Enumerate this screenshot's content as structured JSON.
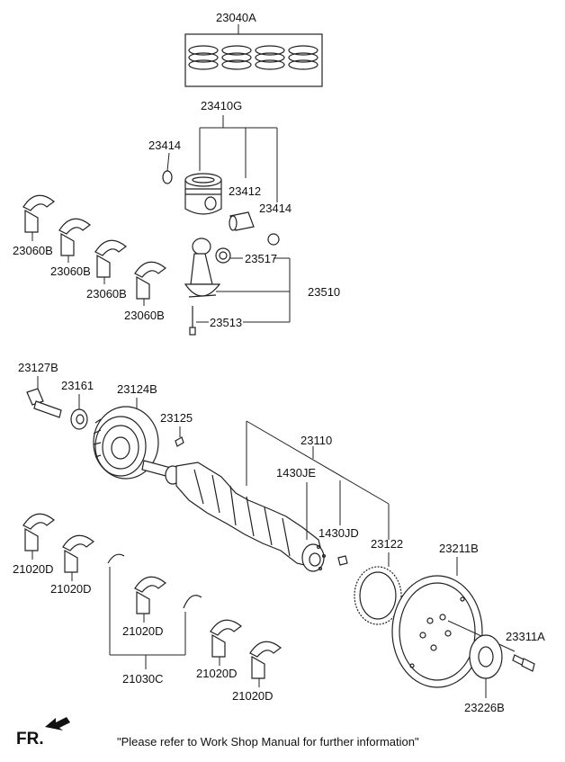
{
  "labels": {
    "piston_rings": "23040A",
    "piston_assy": "23410G",
    "snap_ring_left": "23414",
    "piston_pin": "23412",
    "snap_ring_right": "23414",
    "conrod_bushing": "23517",
    "conrod": "23510",
    "conrod_bolt": "23513",
    "conrod_bearing_1": "23060B",
    "conrod_bearing_2": "23060B",
    "conrod_bearing_3": "23060B",
    "conrod_bearing_4": "23060B",
    "pulley_bolt": "23127B",
    "washer": "23161",
    "damper_pulley": "23124B",
    "key": "23125",
    "crankshaft": "23110",
    "plug_je": "1430JE",
    "plug_jd": "1430JD",
    "ring_gear": "23122",
    "drive_plate": "23211B",
    "plate_bolt": "23311A",
    "adapter_plate": "23226B",
    "main_bearing_1": "21020D",
    "main_bearing_2": "21020D",
    "main_bearing_3": "21020D",
    "main_bearing_4": "21020D",
    "main_bearing_5": "21020D",
    "thrust_washer": "21030C"
  },
  "footer": {
    "direction": "FR.",
    "note": "\"Please refer to Work Shop Manual for further information\""
  },
  "icons": {
    "direction_arrow": "arrow-icon"
  }
}
